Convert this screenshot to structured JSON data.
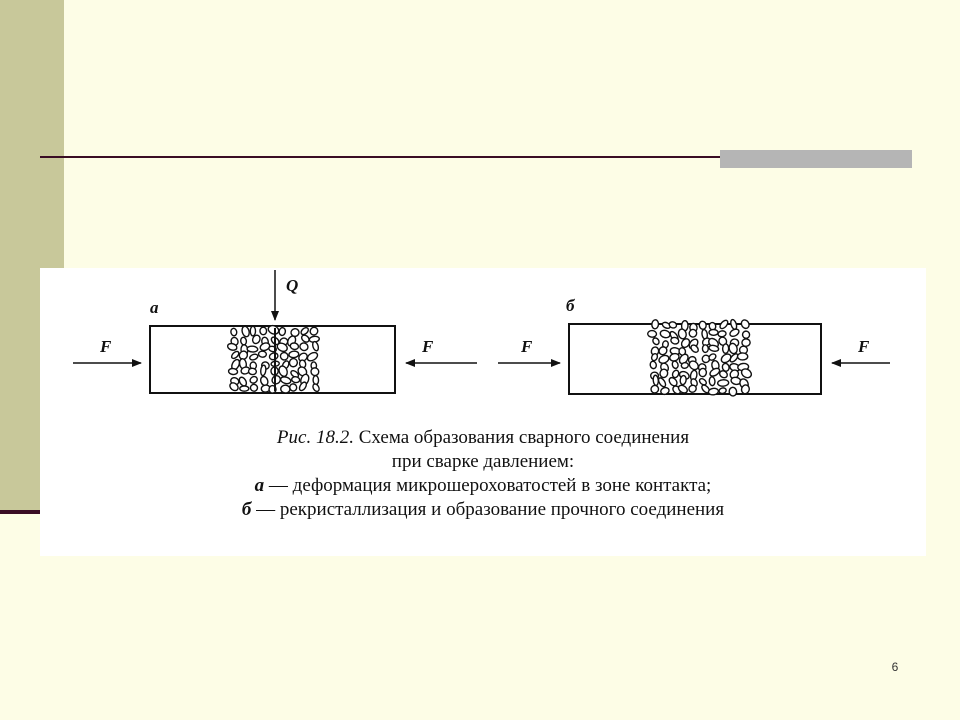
{
  "slide": {
    "page_number": "6"
  },
  "figure": {
    "panel_a": {
      "letter": "а",
      "force_left": "F",
      "force_right": "F",
      "load": "Q"
    },
    "panel_b": {
      "letter": "б",
      "force_left": "F",
      "force_right": "F"
    },
    "caption": {
      "ref": "Рис. 18.2.",
      "title": "Схема образования сварного соединения",
      "title_line2": "при сварке давлением:",
      "item_a_letter": "а",
      "item_a_text": "— деформация микрошероховатостей в зоне контакта;",
      "item_b_letter": "б",
      "item_b_text": "— рекристаллизация и образование прочного соединения"
    }
  }
}
